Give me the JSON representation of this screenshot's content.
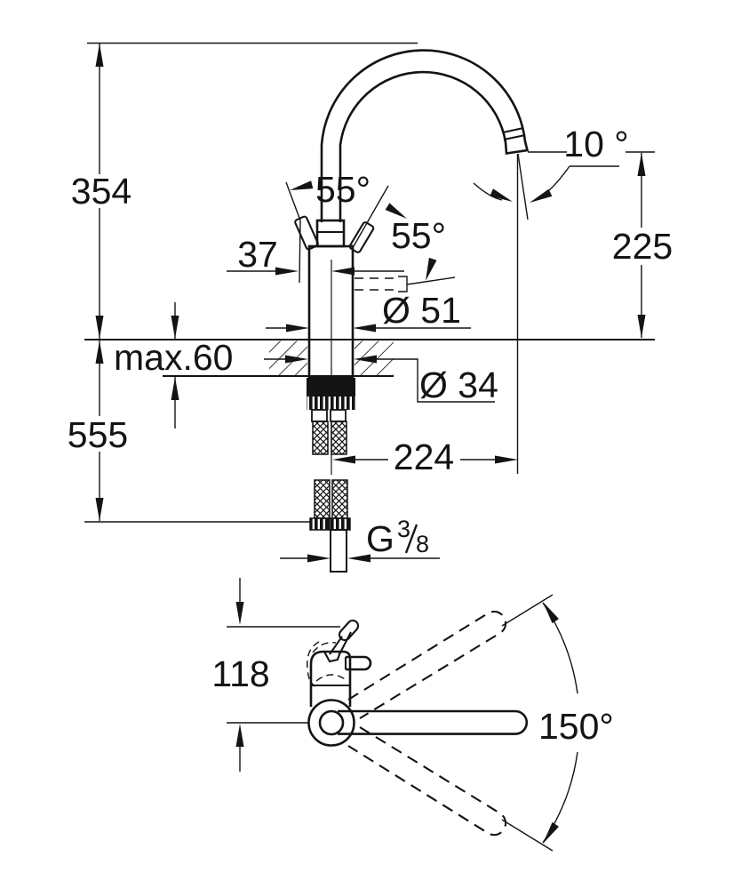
{
  "drawing": {
    "type": "technical-dimension-drawing",
    "subject": "kitchen-faucet-single-lever",
    "units": "mm",
    "colors": {
      "line": "#141414",
      "background": "#ffffff"
    },
    "side_view": {
      "height_above_counter": "354",
      "height_below_counter": "555",
      "counter_thickness_max": "max.60",
      "lever_offset": "37",
      "lever_angle_left": "55°",
      "lever_angle_right": "55°",
      "spout_tilt_angle": "10 °",
      "outlet_height": "225",
      "body_diameter": "Ø 51",
      "hole_diameter": "Ø 34",
      "spout_reach": "224",
      "thread_letter": "G",
      "thread_numerator": "3",
      "thread_denominator": "8"
    },
    "plan_view": {
      "lever_reach": "118",
      "swivel_angle": "150°"
    }
  }
}
